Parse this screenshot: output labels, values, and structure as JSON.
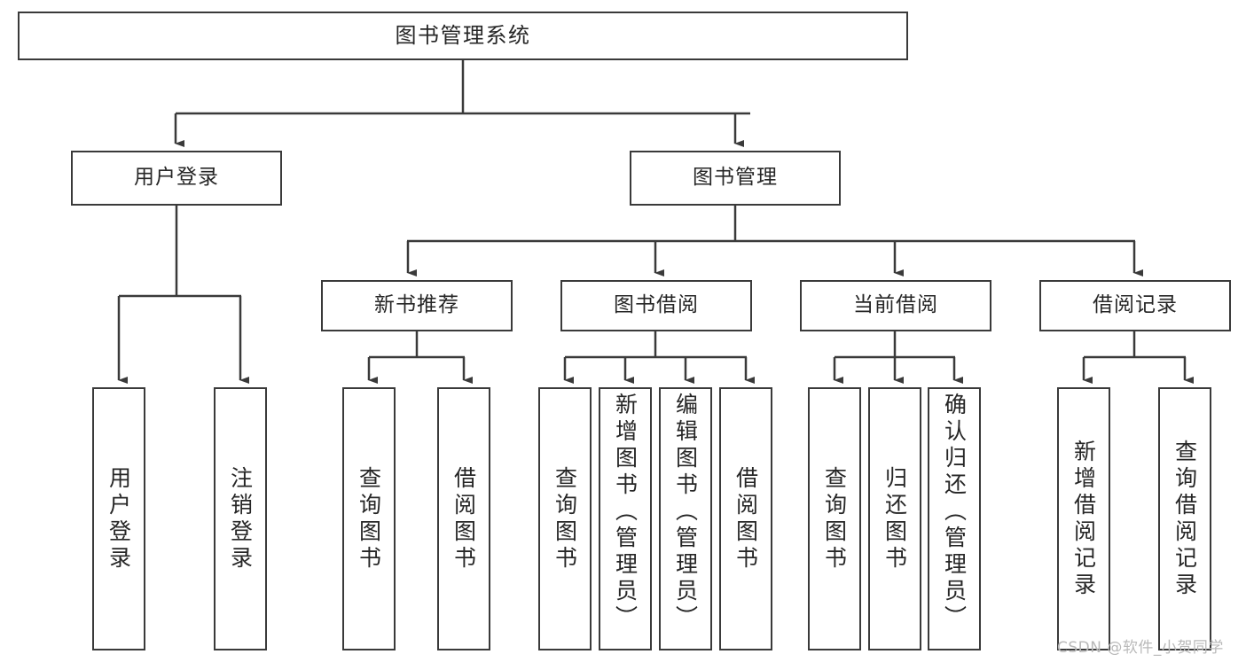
{
  "diagram": {
    "title": "图书管理系统",
    "type": "tree-hierarchy-chart",
    "stroke_color": "#3a3a3a",
    "text_color": "#262626",
    "background_color": "#ffffff"
  },
  "root": {
    "label": "图书管理系统"
  },
  "level2": [
    {
      "label": "用户登录"
    },
    {
      "label": "图书管理"
    }
  ],
  "level3": [
    {
      "label": "新书推荐"
    },
    {
      "label": "图书借阅"
    },
    {
      "label": "当前借阅"
    },
    {
      "label": "借阅记录"
    }
  ],
  "leaves": {
    "user_login": [
      {
        "label": "用户登录"
      },
      {
        "label": "注销登录"
      }
    ],
    "new_book": [
      {
        "label": "查询图书"
      },
      {
        "label": "借阅图书"
      }
    ],
    "book_borrow": [
      {
        "label": "查询图书"
      },
      {
        "label": "新增图书（管理员）"
      },
      {
        "label": "编辑图书（管理员）"
      },
      {
        "label": "借阅图书"
      }
    ],
    "current_borrow": [
      {
        "label": "查询图书"
      },
      {
        "label": "归还图书"
      },
      {
        "label": "确认归还（管理员）"
      }
    ],
    "borrow_record": [
      {
        "label": "新增借阅记录"
      },
      {
        "label": "查询借阅记录"
      }
    ]
  },
  "watermark": {
    "text": "CSDN @软件_小贺同学"
  }
}
